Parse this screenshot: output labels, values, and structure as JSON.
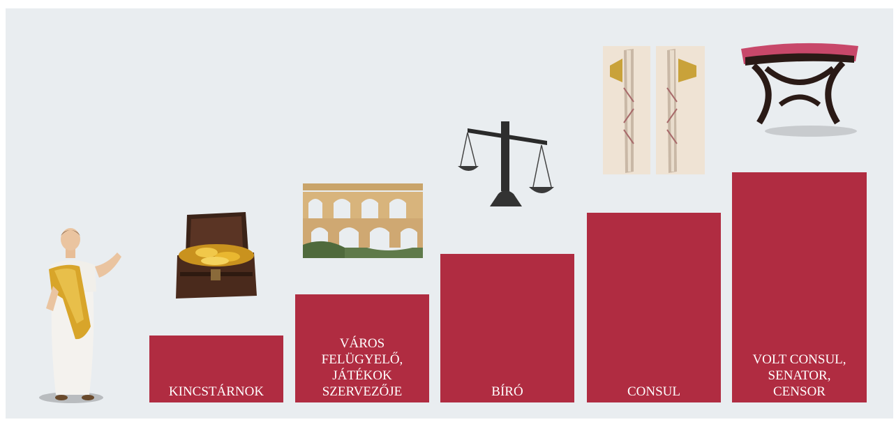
{
  "steps": [
    {
      "id": "quaestor",
      "label": "KINCSTÁRNOK",
      "icon": "treasure-chest-icon"
    },
    {
      "id": "aedilis",
      "label": "VÁROS\nFELÜGYELŐ,\nJÁTÉKOK\nSZERVEZŐJE",
      "icon": "aqueduct-icon"
    },
    {
      "id": "praetor",
      "label": "BÍRÓ",
      "icon": "scales-icon"
    },
    {
      "id": "consul",
      "label": "CONSUL",
      "icon": "fasces-icon"
    },
    {
      "id": "censor",
      "label": "VOLT CONSUL,\nSENATOR,\nCENSOR",
      "icon": "curule-chair-icon"
    }
  ],
  "figure": {
    "icon": "roman-citizen-icon"
  },
  "colors": {
    "step": "#b02c41",
    "background": "#e9edf0",
    "text": "#ffffff"
  }
}
